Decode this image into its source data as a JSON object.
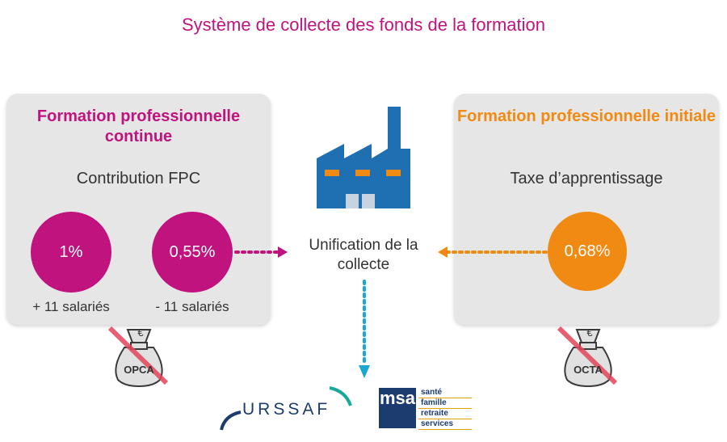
{
  "title": "Système de collecte des fonds de la formation",
  "left_panel": {
    "heading": "Formation professionnelle continue",
    "subtitle": "Contribution FPC",
    "circles": [
      {
        "value": "1%",
        "caption": "+ 11 salariés"
      },
      {
        "value": "0,55%",
        "caption": "- 11 salariés"
      }
    ],
    "bag_label": "OPCA",
    "bag_symbol": "€"
  },
  "right_panel": {
    "heading": "Formation professionnelle initiale",
    "subtitle": "Taxe d’apprentissage",
    "circles": [
      {
        "value": "0,68%"
      }
    ],
    "bag_label": "OCTA",
    "bag_symbol": "€"
  },
  "center": {
    "label": "Unification de la collecte",
    "icon": "factory-icon"
  },
  "logos": {
    "urssaf": "URSSAF",
    "msa_mark": "msa",
    "msa_lines": [
      "santé",
      "famille",
      "retraite",
      "services"
    ]
  },
  "colors": {
    "magenta": "#c0137d",
    "orange": "#f08a12",
    "cyan": "#1aa8d0",
    "factory": "#1f6fb3",
    "navy": "#1c3b6e",
    "panel": "#e6e6e6"
  }
}
